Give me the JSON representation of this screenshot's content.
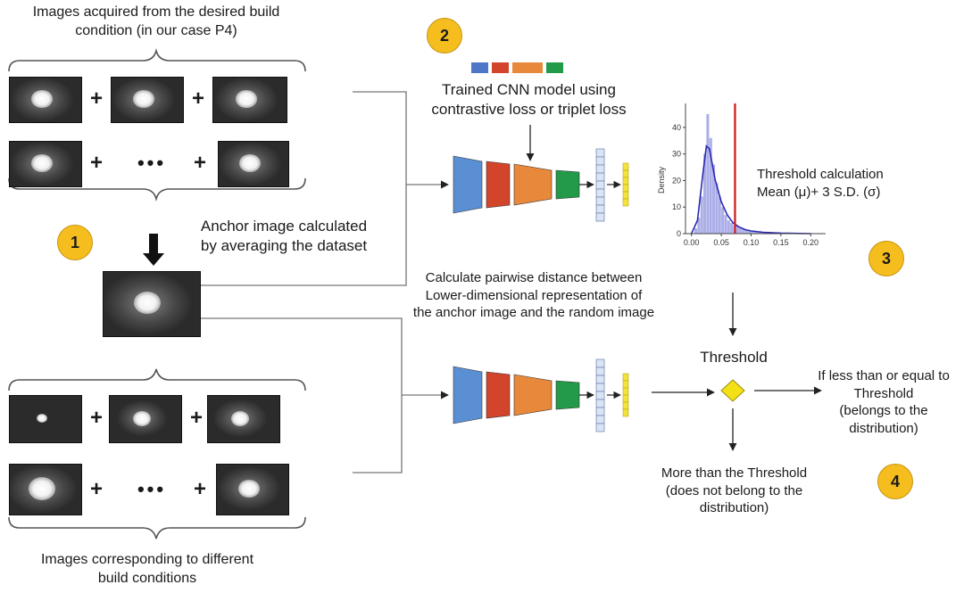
{
  "top_caption": {
    "line1": "Images acquired from the desired build",
    "line2": "condition (in our case P4)"
  },
  "bottom_caption": {
    "line1": "Images corresponding to different",
    "line2": "build conditions"
  },
  "anchor_caption": {
    "line1": "Anchor image calculated",
    "line2": "by averaging the dataset"
  },
  "cnn_caption": {
    "line1": "Trained CNN model using",
    "line2": "contrastive loss or triplet loss"
  },
  "distance_caption": {
    "line1": "Calculate pairwise distance between",
    "line2": "Lower-dimensional representation of",
    "line3": "the anchor image and the random image"
  },
  "threshold_caption": {
    "line1": "Threshold calculation",
    "line2": "Mean (μ)+ 3 S.D. (σ)"
  },
  "threshold_label": "Threshold",
  "less_caption": {
    "line1": "If less than or equal to",
    "line2": "Threshold",
    "line3": "(belongs to the",
    "line4": "distribution)"
  },
  "more_caption": {
    "line1": "More than the Threshold",
    "line2": "(does not belong to the",
    "line3": "distribution)"
  },
  "badges": [
    "1",
    "2",
    "3",
    "4"
  ],
  "operators": {
    "plus": "+",
    "ellipsis": "•••"
  },
  "colors": {
    "badge": "#f5be1e",
    "cnn_blue": "#5b8fd4",
    "cnn_red": "#d2442b",
    "cnn_orange": "#e8883a",
    "cnn_green": "#229a4a",
    "embedding": "#f2e23a",
    "feature": "#dbe4f5",
    "threshold_line": "#d01818",
    "histogram": "#8f93e0",
    "kde": "#2a2ab0"
  },
  "legend_swatches": [
    "#4f77c8",
    "#d2442b",
    "#e8883a",
    "#229a4a"
  ],
  "chart_data": {
    "type": "bar",
    "ylabel": "Density",
    "x_ticks": [
      "0.00",
      "0.05",
      "0.10",
      "0.15",
      "0.20"
    ],
    "y_ticks": [
      "0",
      "10",
      "20",
      "30",
      "40"
    ],
    "xlim": [
      -0.01,
      0.225
    ],
    "ylim": [
      0,
      47
    ],
    "bin_width": 0.005,
    "bin_starts": [
      0.005,
      0.01,
      0.015,
      0.02,
      0.025,
      0.03,
      0.035,
      0.04,
      0.045,
      0.05,
      0.055,
      0.06,
      0.065,
      0.07,
      0.075,
      0.08,
      0.085,
      0.09,
      0.095,
      0.1,
      0.105,
      0.11,
      0.115,
      0.12
    ],
    "values": [
      2,
      6,
      14,
      30,
      45,
      36,
      26,
      19,
      14,
      10,
      7,
      5,
      4,
      3,
      3,
      2.5,
      2,
      1.5,
      1.2,
      1,
      0.8,
      0.6,
      0.5,
      0.3
    ],
    "kde_x": [
      0.0,
      0.01,
      0.02,
      0.025,
      0.03,
      0.035,
      0.04,
      0.05,
      0.06,
      0.07,
      0.08,
      0.09,
      0.1,
      0.12,
      0.15,
      0.2
    ],
    "kde_y": [
      0,
      5,
      24,
      33,
      32,
      26,
      20,
      12,
      7,
      4,
      2.5,
      1.5,
      1,
      0.5,
      0.2,
      0
    ],
    "threshold_x": 0.073,
    "grid": false
  }
}
